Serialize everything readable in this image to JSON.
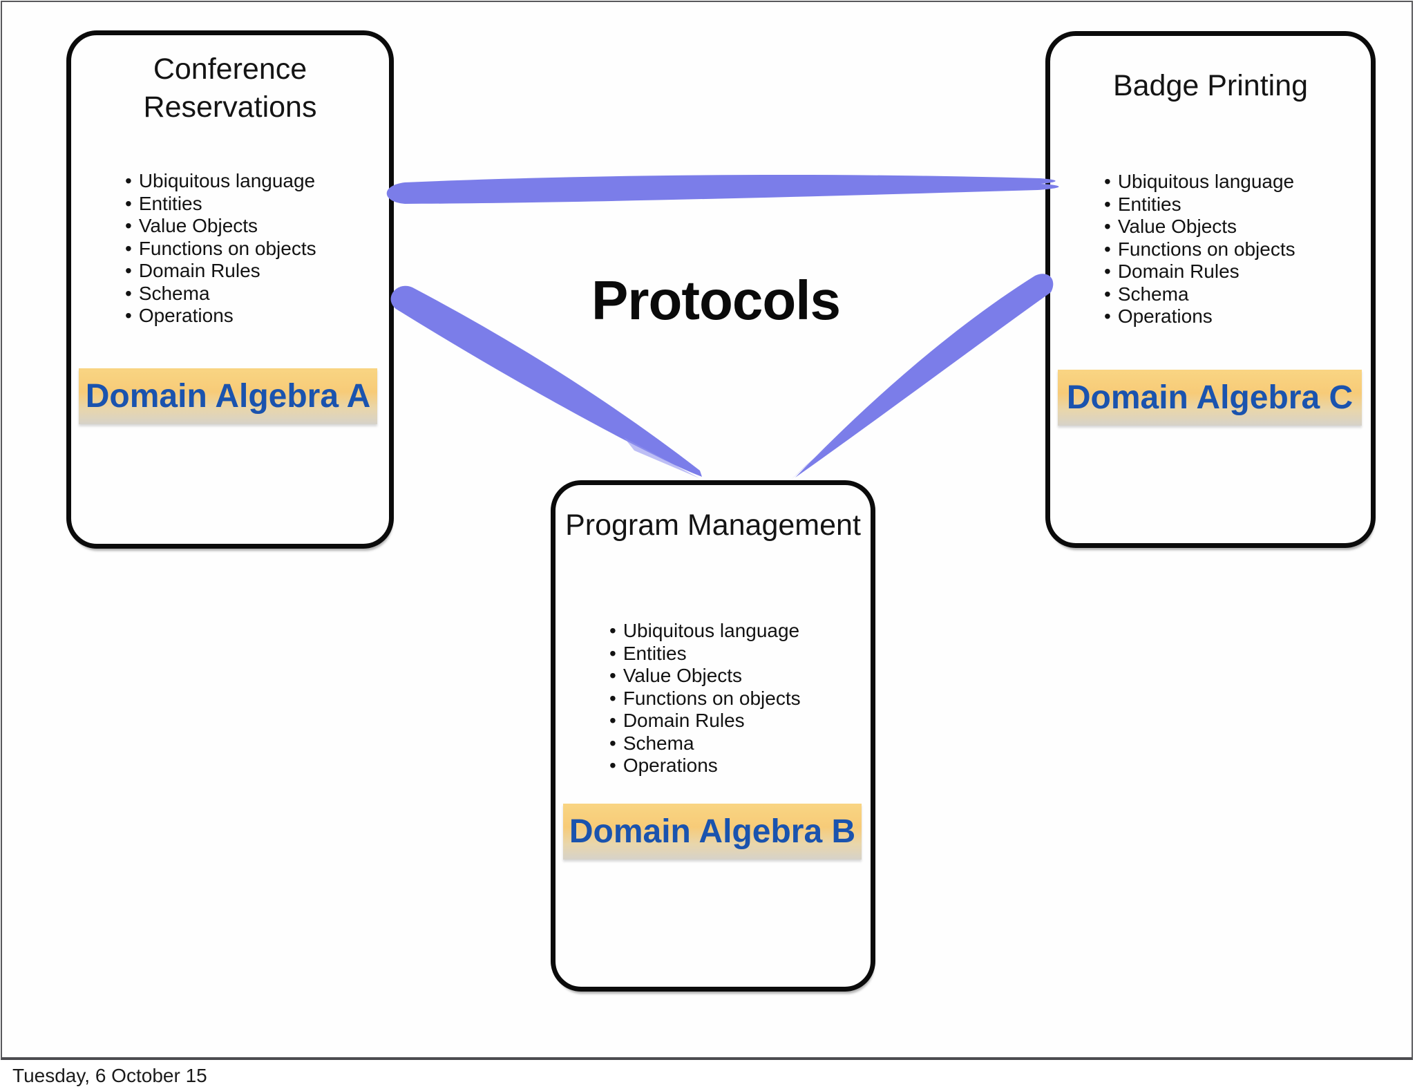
{
  "slide": {
    "center_heading": "Protocols",
    "footer_date": "Tuesday, 6 October 15"
  },
  "boxes": [
    {
      "title": "Conference Reservations",
      "bullets": [
        "Ubiquitous language",
        "Entities",
        "Value Objects",
        "Functions on objects",
        "Domain Rules",
        "Schema",
        "Operations"
      ],
      "algebra_label": "Domain Algebra A"
    },
    {
      "title": "Badge Printing",
      "bullets": [
        "Ubiquitous language",
        "Entities",
        "Value Objects",
        "Functions on objects",
        "Domain Rules",
        "Schema",
        "Operations"
      ],
      "algebra_label": "Domain Algebra C"
    },
    {
      "title": "Program Management",
      "bullets": [
        "Ubiquitous language",
        "Entities",
        "Value Objects",
        "Functions on objects",
        "Domain Rules",
        "Schema",
        "Operations"
      ],
      "algebra_label": "Domain Algebra B"
    }
  ],
  "colors": {
    "connector_blue": "#7b7de9",
    "connector_streak": "#9193ee",
    "algebra_text_blue": "#1a53ae",
    "highlight_gradient_top": "#f8ce79",
    "highlight_gradient_bottom": "#d6d2c9",
    "box_border": "#0b0b0b",
    "frame_border": "#58585b"
  }
}
